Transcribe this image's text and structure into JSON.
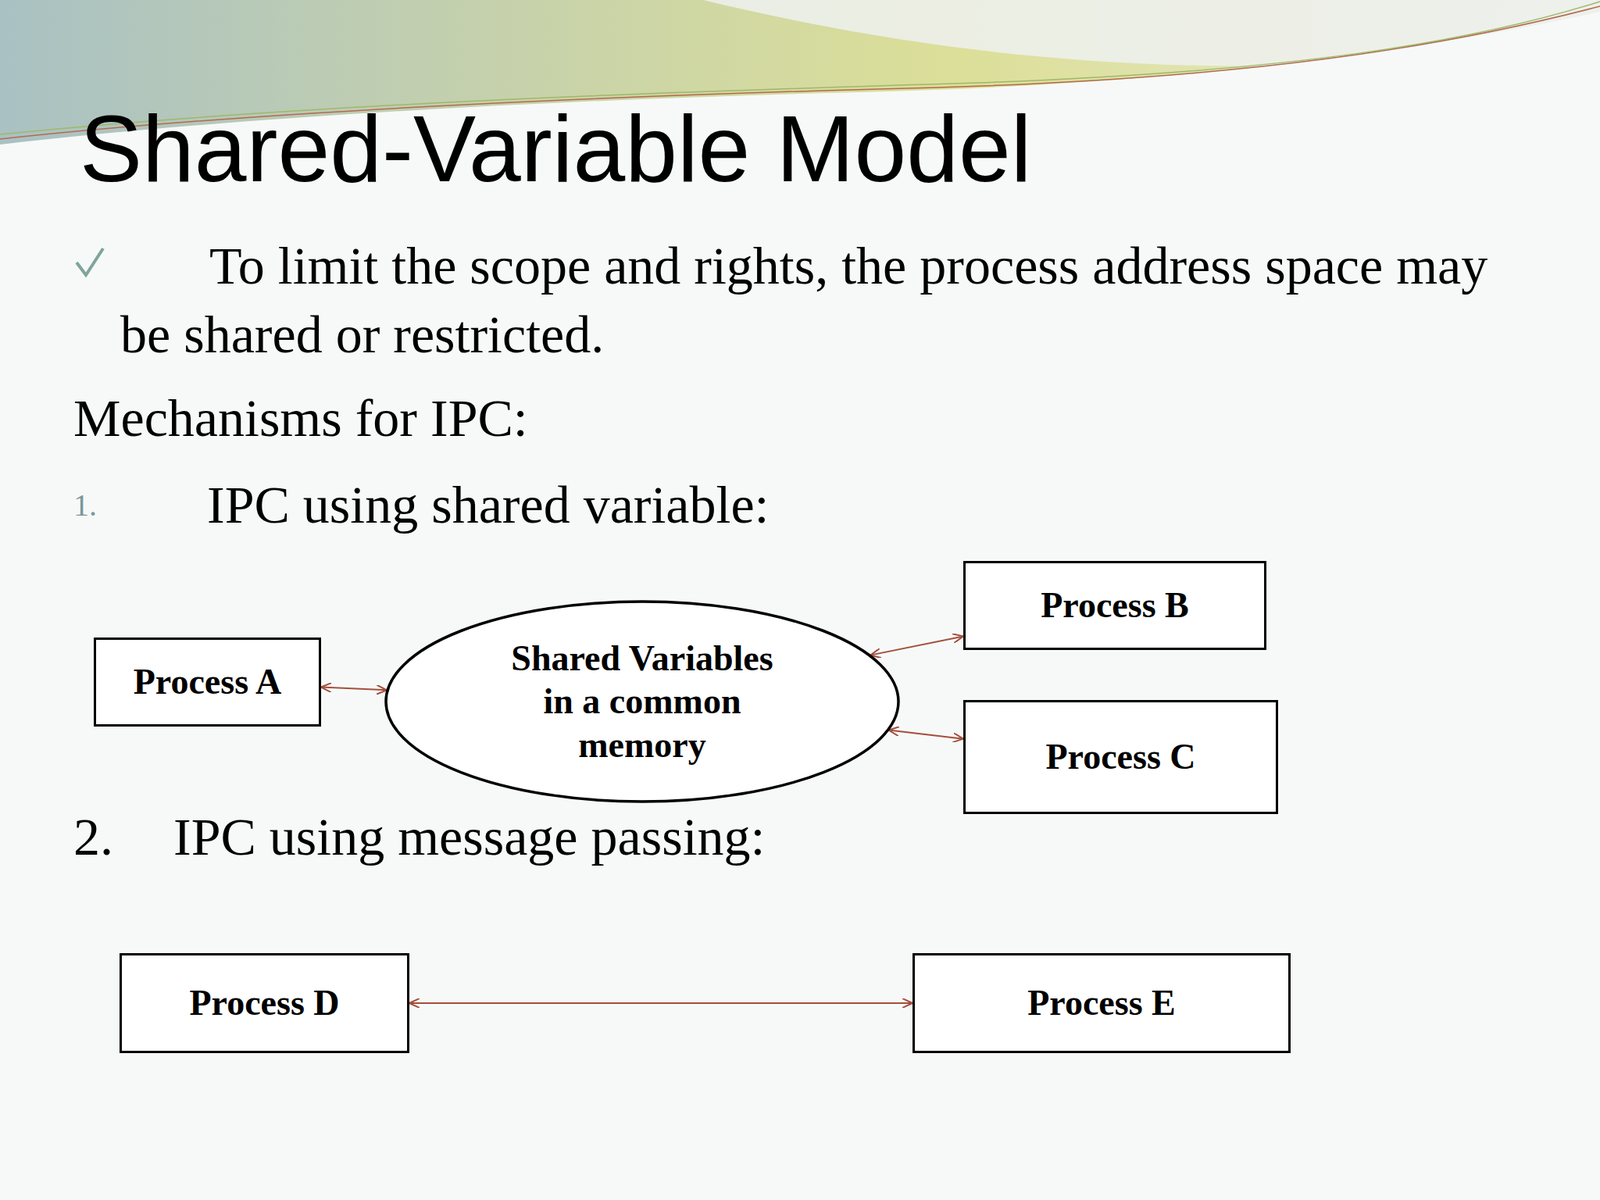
{
  "diagram": {
    "title": "Shared-Variable Model",
    "nodes": [
      {
        "text": [
          "Process A"
        ]
      },
      {
        "text": [
          "Shared Variables in a common memory"
        ]
      },
      {
        "text": [
          "Process B"
        ]
      },
      {
        "text": [
          "Process C"
        ]
      },
      {
        "text": [
          "Process D"
        ]
      },
      {
        "text": [
          "Process E"
        ]
      }
    ],
    "edges": [
      {
        "from": 0,
        "to": 1,
        "arrow": "both"
      },
      {
        "from": 1,
        "to": 2,
        "arrow": "both"
      },
      {
        "from": 1,
        "to": 3,
        "arrow": "both"
      },
      {
        "from": 4,
        "to": 5,
        "arrow": "both"
      }
    ],
    "labels": [
      "To limit the scope and rights, the process address space may be shared or restricted.",
      "Mechanisms for IPC:",
      "1.",
      "IPC using shared variable:",
      "2.",
      "IPC using message passing:"
    ]
  }
}
